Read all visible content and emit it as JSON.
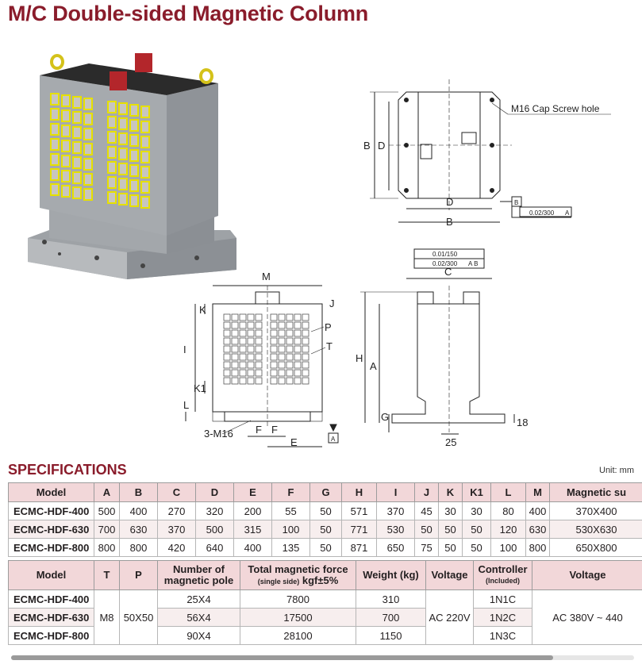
{
  "title": "M/C Double-sided Magnetic Column",
  "drawing_labels": {
    "cap_screw": "M16 Cap Screw hole",
    "B": "B",
    "D": "D",
    "M": "M",
    "C": "C",
    "A": "A",
    "H": "H",
    "I": "I",
    "J": "J",
    "K": "K",
    "K1": "K1",
    "L": "L",
    "P": "P",
    "T": "T",
    "E": "E",
    "F": "F",
    "G": "G",
    "m16": "3-M16",
    "dim25": "25",
    "dim18": "18",
    "tol1": "0.02/300",
    "tol1_ref": "A",
    "tol2": "0.01/150",
    "tol3": "0.02/300",
    "tol3_ref": "A B",
    "datum_a": "A",
    "datum_b": "B"
  },
  "specs": {
    "title": "SPECIFICATIONS",
    "unit": "Unit: mm",
    "table1": {
      "headers": [
        "Model",
        "A",
        "B",
        "C",
        "D",
        "E",
        "F",
        "G",
        "H",
        "I",
        "J",
        "K",
        "K1",
        "L",
        "M",
        "Magnetic su"
      ],
      "rows": [
        [
          "ECMC-HDF-400",
          "500",
          "400",
          "270",
          "320",
          "200",
          "55",
          "50",
          "571",
          "370",
          "45",
          "30",
          "30",
          "80",
          "400",
          "370X400"
        ],
        [
          "ECMC-HDF-630",
          "700",
          "630",
          "370",
          "500",
          "315",
          "100",
          "50",
          "771",
          "530",
          "50",
          "50",
          "50",
          "120",
          "630",
          "530X630"
        ],
        [
          "ECMC-HDF-800",
          "800",
          "800",
          "420",
          "640",
          "400",
          "135",
          "50",
          "871",
          "650",
          "75",
          "50",
          "50",
          "100",
          "800",
          "650X800"
        ]
      ]
    },
    "table2": {
      "headers": {
        "model": "Model",
        "t": "T",
        "p": "P",
        "poles": "Number of magnetic pole",
        "force_main": "Total magnetic force",
        "force_sub": "(single side)",
        "force_tail": "kgf±5%",
        "weight": "Weight (kg)",
        "voltage": "Voltage",
        "controller": "Controller",
        "controller_sub": "(Included)",
        "voltage2": "Voltage"
      },
      "shared": {
        "t": "M8",
        "p": "50X50",
        "voltage": "AC 220V",
        "voltage2": "AC 380V ~ 440"
      },
      "rows": [
        [
          "ECMC-HDF-400",
          "25X4",
          "7800",
          "310",
          "1N1C"
        ],
        [
          "ECMC-HDF-630",
          "56X4",
          "17500",
          "700",
          "1N2C"
        ],
        [
          "ECMC-HDF-800",
          "90X4",
          "28100",
          "1150",
          "1N3C"
        ]
      ]
    }
  }
}
